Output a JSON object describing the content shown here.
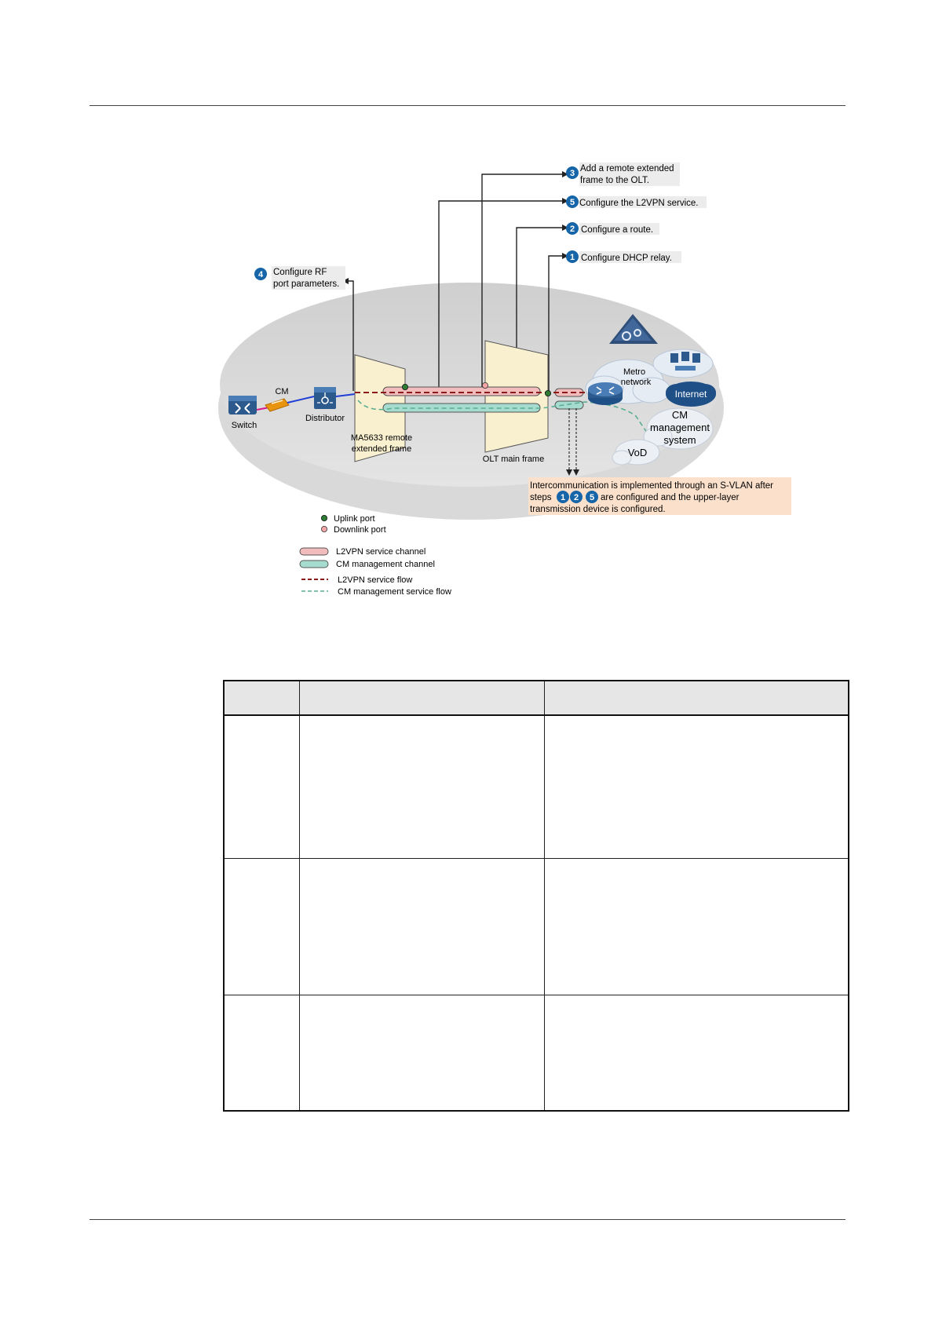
{
  "callouts": {
    "step3": {
      "num": "3",
      "line1": "Add a remote extended",
      "line2": "frame to the OLT."
    },
    "step5": {
      "num": "5",
      "text": "Configure the L2VPN service."
    },
    "step2": {
      "num": "2",
      "text": "Configure a route."
    },
    "step1": {
      "num": "1",
      "text": "Configure DHCP relay."
    },
    "step4": {
      "num": "4",
      "line1": "Configure RF",
      "line2": "port parameters."
    }
  },
  "devices": {
    "switch": "Switch",
    "cm": "CM",
    "distributor": "Distributor",
    "ma5633_line1": "MA5633 remote",
    "ma5633_line2": "extended frame",
    "olt": "OLT main frame",
    "metro_line1": "Metro",
    "metro_line2": "network",
    "internet": "Internet",
    "cmms_line1": "CM",
    "cmms_line2": "management",
    "cmms_line3": "system",
    "vod": "VoD"
  },
  "note": {
    "line1": "Intercommunication is implemented through an S-VLAN after",
    "line2_prefix": "steps",
    "steps": [
      "1",
      "2",
      "5"
    ],
    "line2_suffix": "are configured and the upper-layer",
    "line3": "transmission device is configured."
  },
  "legend": {
    "uplink": "Uplink port",
    "downlink": "Downlink port",
    "l2vpn_channel": "L2VPN service channel",
    "cm_channel": "CM management channel",
    "l2vpn_flow": "L2VPN service flow",
    "cm_flow": "CM management service flow"
  },
  "colors": {
    "callout_blue": "#1565a8",
    "l2vpn_pink": "#f2bcbc",
    "cm_teal": "#a6dccf",
    "l2vpn_dash": "#8b1a1a",
    "cm_dash": "#5aae92",
    "uplink_dot": "#2e7d32",
    "downlink_dot": "#f4a6a6",
    "note_bg": "#fbe1cc",
    "frame_fill": "#f9f0d0"
  },
  "table": {
    "headers": [
      "",
      "",
      ""
    ],
    "rows": [
      [
        "",
        "",
        ""
      ],
      [
        "",
        "",
        ""
      ],
      [
        "",
        "",
        ""
      ]
    ]
  }
}
